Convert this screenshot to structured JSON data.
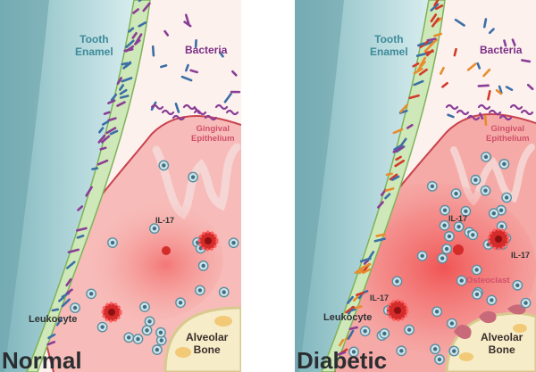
{
  "panels": {
    "normal": {
      "title": "Normal",
      "labels": {
        "tooth_enamel": "Tooth\nEnamel",
        "bacteria": "Bacteria",
        "gingival_epithelium": "Gingival\nEpithelium",
        "il17": "IL-17",
        "leukocyte": "Leukocyte",
        "alveolar_bone": "Alveolar\nBone"
      }
    },
    "diabetic": {
      "title": "Diabetic",
      "labels": {
        "tooth_enamel": "Tooth\nEnamel",
        "bacteria": "Bacteria",
        "gingival_epithelium": "Gingival\nEpithelium",
        "il17_a": "IL-17",
        "il17_b": "IL-17",
        "il17_c": "IL-17",
        "osteoclast": "Osteoclast",
        "leukocyte": "Leukocyte",
        "alveolar_bone": "Alveolar\nBone"
      }
    }
  },
  "colors": {
    "tooth": "#b9dde1",
    "tooth_edge": "#6fa8b0",
    "biofilm": "#cfe8b9",
    "bacteria_purple": "#8a3d96",
    "bacteria_blue": "#3b6fa6",
    "bacteria_red": "#d23a2a",
    "bacteria_orange": "#e98c2e",
    "gingiva": "#f6b6b4",
    "inflammation": "#ef3b3b",
    "leukocyte": "#cfe3ea",
    "bone": "#f6ecc8",
    "osteoclast": "#c96a7a"
  },
  "icons": [
    "bacterium-rod-icon",
    "leukocyte-icon",
    "inflamed-cell-icon",
    "osteoclast-icon",
    "bone-marrow-icon"
  ]
}
